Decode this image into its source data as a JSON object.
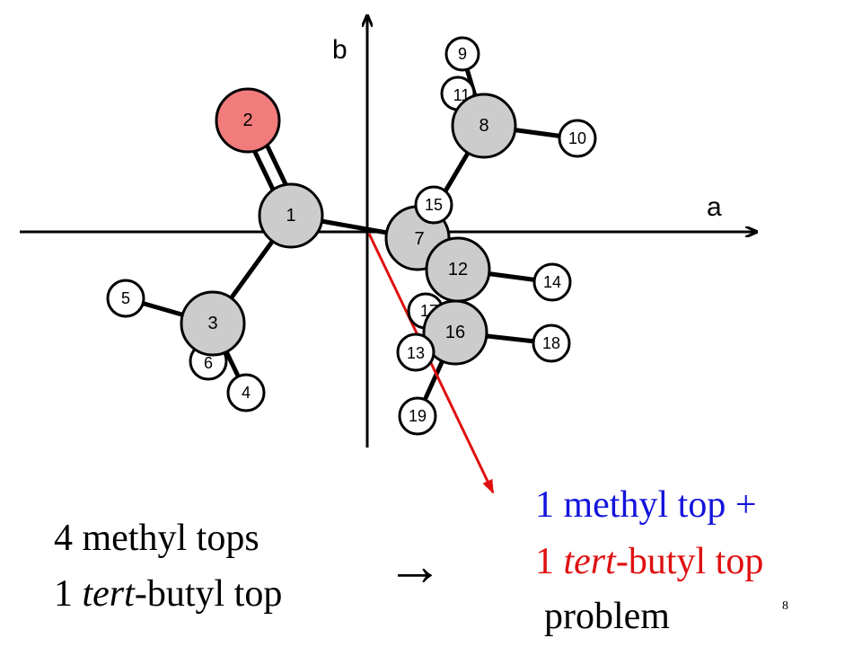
{
  "axes": {
    "a_label": "a",
    "b_label": "b"
  },
  "atoms": {
    "a1": "1",
    "a2": "2",
    "a3": "3",
    "a4": "4",
    "a5": "5",
    "a6": "6",
    "a7": "7",
    "a8": "8",
    "a9": "9",
    "a10": "10",
    "a11": "11",
    "a12": "12",
    "a13": "13",
    "a14": "14",
    "a15": "15",
    "a16": "16",
    "a17": "17",
    "a18": "18",
    "a19": "19"
  },
  "colors": {
    "oxygen": "#f27b7b",
    "carbon": "#cccccc",
    "hydrogen": "#ffffff",
    "arrow": "#e01010",
    "methyl_line": "#1414dc",
    "tert_line": "#e01010"
  },
  "left_text": {
    "line1": "4 methyl tops",
    "line2_num": "1 ",
    "line2_italic": "tert",
    "line2_rest": "-butyl top"
  },
  "right_arrow": "→",
  "right_text": {
    "line1": "1 methyl top +",
    "line2_num": "1 ",
    "line2_italic": "tert",
    "line2_rest": "-butyl top",
    "line3": "problem"
  },
  "page_number": "8"
}
